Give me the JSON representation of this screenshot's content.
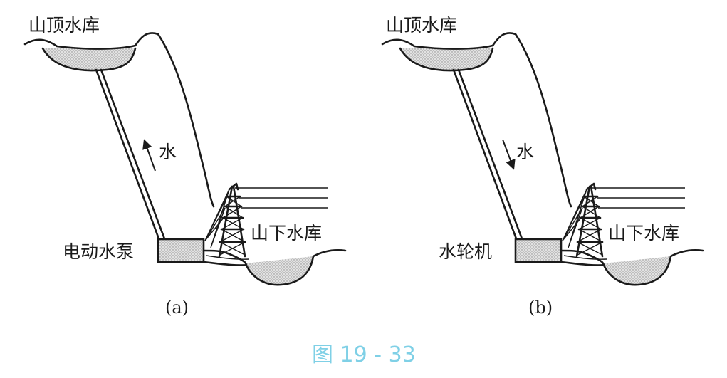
{
  "panels": [
    {
      "upper_reservoir": "山顶水库",
      "lower_reservoir": "山下水库",
      "water_label": "水",
      "flow_direction": "up",
      "machine_label": "电动水泵",
      "caption": "(a)"
    },
    {
      "upper_reservoir": "山顶水库",
      "lower_reservoir": "山下水库",
      "water_label": "水",
      "flow_direction": "down",
      "machine_label": "水轮机",
      "caption": "(b)"
    }
  ],
  "figure_caption": "图 19 - 33",
  "colors": {
    "caption": "#7fd0e6",
    "line": "#1a1a1a",
    "water_fill": "#d9d9d9"
  }
}
